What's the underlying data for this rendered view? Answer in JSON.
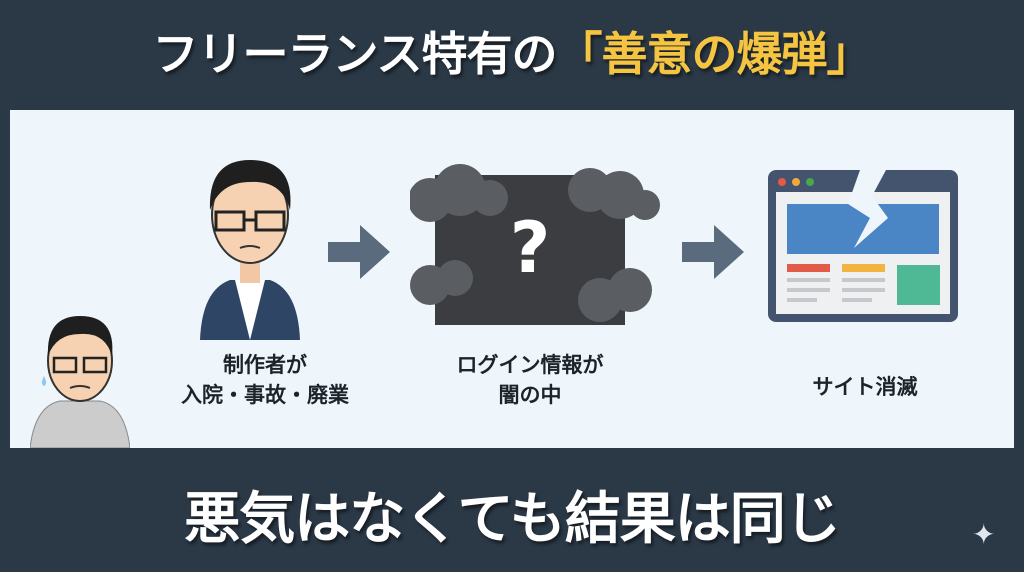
{
  "title": {
    "prefix": "フリーランス特有の",
    "highlight": "「善意の爆弾」"
  },
  "steps": [
    {
      "line1": "制作者が",
      "line2": "入院・事故・廃業"
    },
    {
      "line1": "ログイン情報が",
      "line2": "闇の中",
      "symbol": "?"
    },
    {
      "line1": "サイト消滅"
    }
  ],
  "footer": "悪気はなくても結果は同じ",
  "colors": {
    "background": "#2b3947",
    "accent": "#f5c542",
    "panel": "#eef6fb"
  }
}
